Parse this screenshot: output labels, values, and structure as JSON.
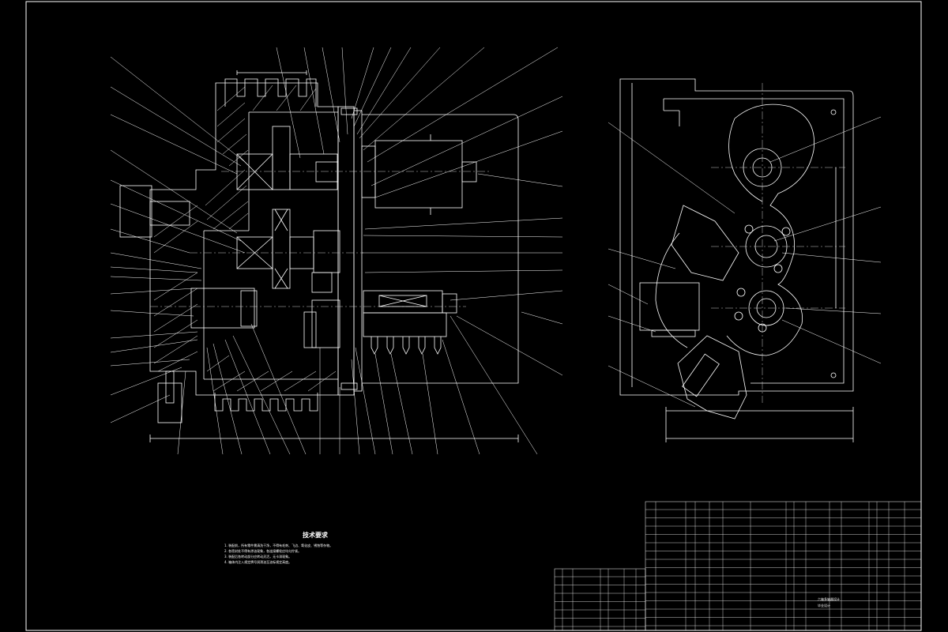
{
  "drawing": {
    "tech_notes_title": "技术要求",
    "tech_notes": [
      "1. 装配前，所有零件需清洗干净，不得有毛刺、飞边、氧化皮、锈蚀等杂物。",
      "2. 各密封处不得有渗油现象，各连接螺栓应均匀拧紧。",
      "3. 装配后各转动部分应转动灵活，无卡滞现象。",
      "4. 箱体内注入规定牌号润滑油至油标规定高度。"
    ],
    "title_block_label": "六轴多轴器设计",
    "company_label": "毕业设计"
  },
  "colors": {
    "background": "#000000",
    "line": "#ffffff",
    "center_line": "#c8c8c8"
  }
}
